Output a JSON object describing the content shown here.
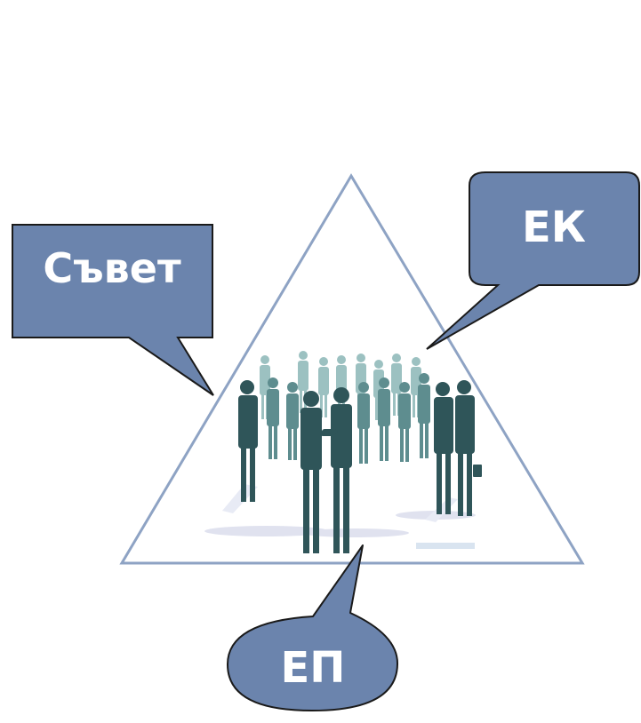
{
  "callouts": {
    "council": {
      "label": "Съвет"
    },
    "commission": {
      "label": "ЕК"
    },
    "parliament": {
      "label": "ЕП"
    }
  },
  "colors": {
    "callout_fill": "#6b84ad",
    "callout_stroke": "#1a1a1a",
    "triangle_stroke": "#8ea3c4",
    "figures_dark": "#2f5559",
    "figures_light": "#8fb8b8",
    "shadow": "#c7cbe3"
  },
  "image": {
    "icon": "business-people-crowd-illustration"
  }
}
